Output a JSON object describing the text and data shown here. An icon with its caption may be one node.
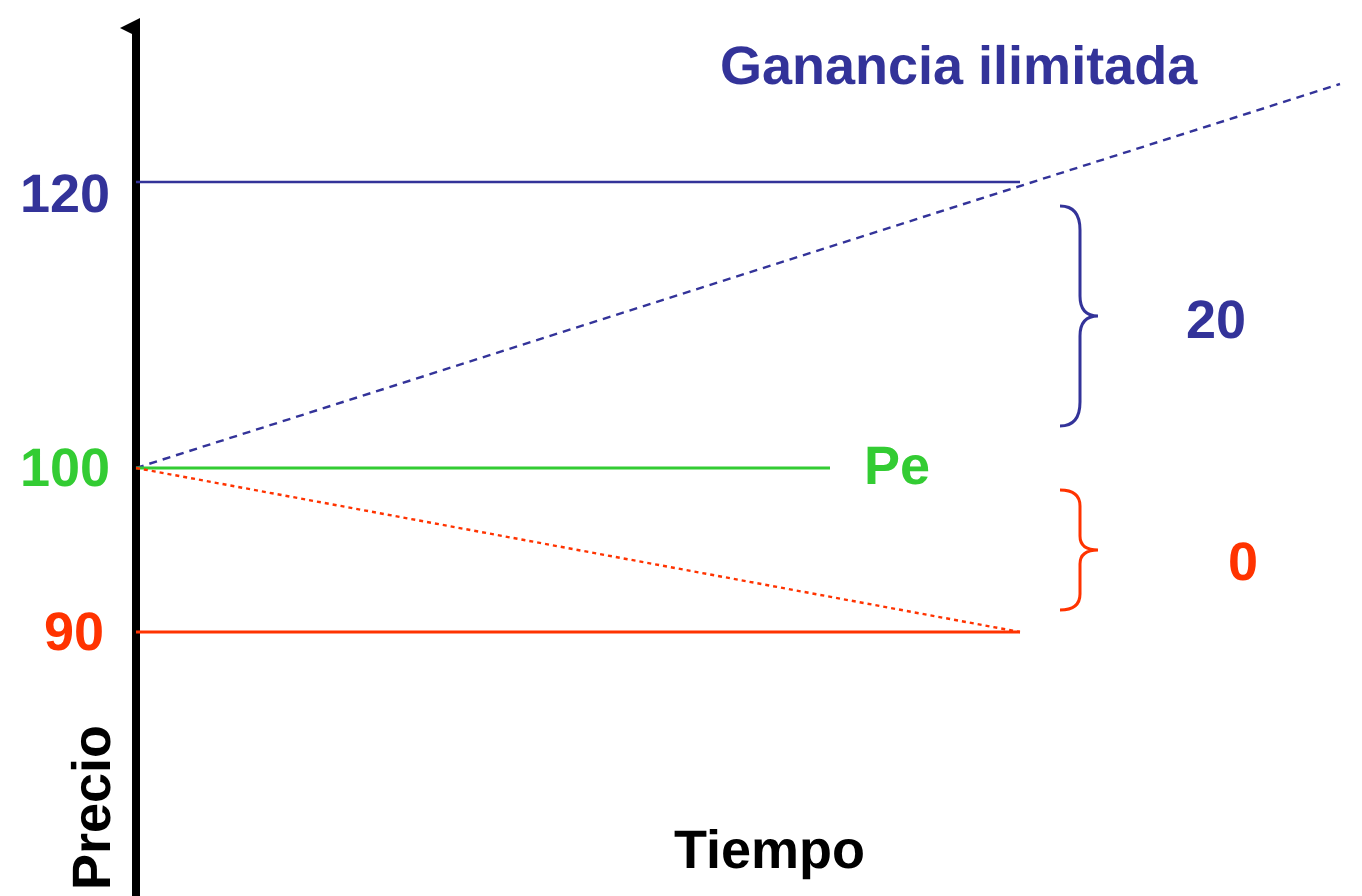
{
  "diagram": {
    "labels": [
      "Ganancia ilimitada",
      "120",
      "100",
      "Pe",
      "90",
      "20",
      "0",
      "Precio",
      "Tiempo"
    ]
  }
}
